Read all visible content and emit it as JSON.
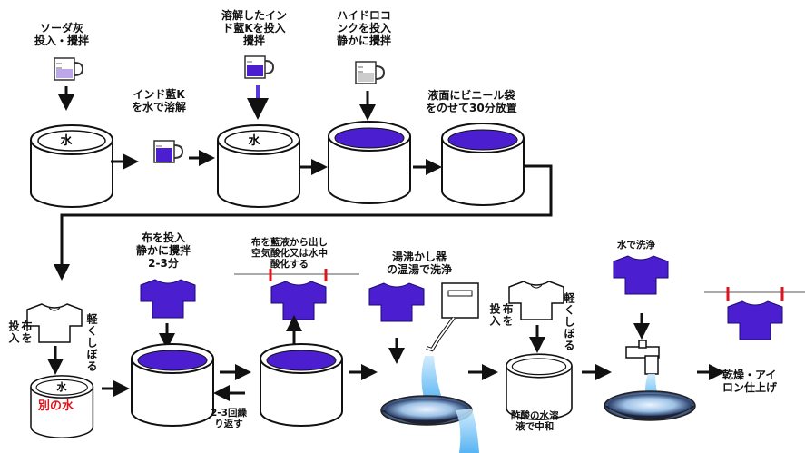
{
  "steps": {
    "soda_ash": "ソーダ灰\n投入・攪拌",
    "dissolve_indigo": "インド藍K\nを水で溶解",
    "add_dissolved": "溶解したイン\nド藍Kを投入\n攪拌",
    "add_hydrosulfite": "ハイドロコ\nンクを投入\n静かに攪拌",
    "vinyl_cover": "液面にビニール袋\nをのせて30分放置",
    "put_cloth_soak": "布を\n投入",
    "wring_lightly_1": "軽くしぼる",
    "separate_water": "別の水",
    "put_cloth_stir": "布を投入\n静かに攪拌\n2-3分",
    "repeat": "2-3回繰\nり返す",
    "oxidize": "布を藍液から出し\n空気酸化又は水中\n酸化する",
    "hot_water_wash": "湯沸かし器\nの温湯で洗浄",
    "put_cloth_acid": "布を\n投入",
    "wring_lightly_2": "軽くしぼる",
    "neutralize": "酢酸の水溶\n液で中和",
    "water_wash": "水で洗浄",
    "dry_iron": "乾燥・アイ\nロン仕上げ"
  },
  "vat_labels": {
    "water_1": "水",
    "water_2": "水",
    "water_3": "水"
  },
  "colors": {
    "indigo": "#4b1fd0",
    "indigo_dark": "#2a0fa0",
    "water_blue": "#5ab4ec",
    "red": "#e0141e"
  }
}
